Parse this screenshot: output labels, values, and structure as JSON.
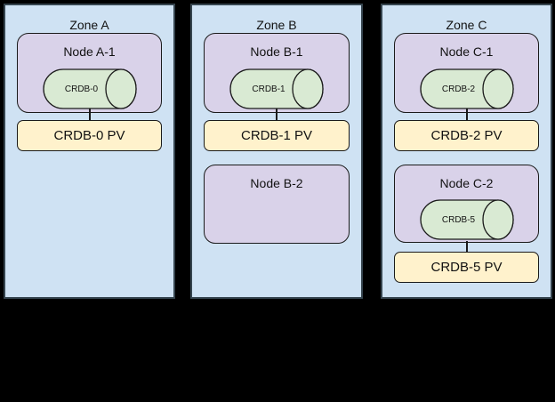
{
  "diagram": {
    "background_color": "#000000",
    "zone_fill": "#cfe2f3",
    "node_fill": "#d9d2e9",
    "cylinder_fill": "#d9ead3",
    "pv_fill": "#fff2cc",
    "border_color": "#1a1a1a",
    "zones": [
      {
        "label": "Zone A",
        "nodes": [
          {
            "label": "Node A-1",
            "cylinder": "CRDB-0",
            "pv": "CRDB-0 PV"
          }
        ]
      },
      {
        "label": "Zone B",
        "nodes": [
          {
            "label": "Node B-1",
            "cylinder": "CRDB-1",
            "pv": "CRDB-1 PV"
          },
          {
            "label": "Node B-2"
          }
        ]
      },
      {
        "label": "Zone C",
        "nodes": [
          {
            "label": "Node C-1",
            "cylinder": "CRDB-2",
            "pv": "CRDB-2 PV"
          },
          {
            "label": "Node C-2",
            "cylinder": "CRDB-5",
            "pv": "CRDB-5 PV"
          }
        ]
      }
    ]
  }
}
